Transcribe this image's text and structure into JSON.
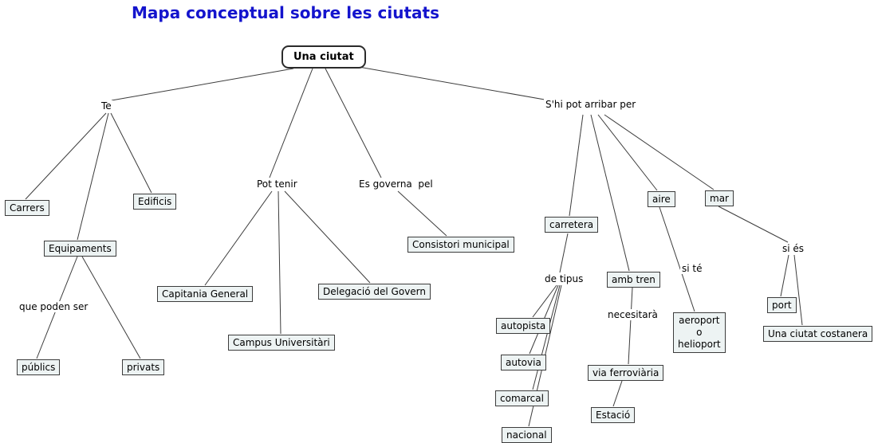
{
  "title": "Mapa conceptual sobre les ciutats",
  "colors": {
    "title_accent": "#1414cd",
    "box_fill": "#edf3f3",
    "box_border": "#3c3c3c",
    "line": "#3c3c3c"
  },
  "nodes": {
    "root": "Una ciutat",
    "te": "Te",
    "pot_tenir": "Pot tenir",
    "es_governa": "Es governa  pel",
    "arribar": "S'hi pot arribar per",
    "carrers": "Carrers",
    "edificis": "Edificis",
    "equipaments": "Equipaments",
    "que_poden_ser": "que poden ser",
    "publics": "públics",
    "privats": "privats",
    "capitania": "Capitania General",
    "campus": "Campus Universitàri",
    "delegacio": "Delegació del Govern",
    "consistori": "Consistori municipal",
    "carretera": "carretera",
    "de_tipus": "de tipus",
    "autopista": "autopista",
    "autovia": "autovia",
    "comarcal": "comarcal",
    "nacional": "nacional",
    "amb_tren": "amb tren",
    "necesitara": "necesitarà",
    "via_ferroviaria": "via ferroviària",
    "estacio": "Estació",
    "aire": "aire",
    "si_te": "si té",
    "aeroport": "aeroport\no\nhelioport",
    "mar": "mar",
    "si_es": "si és",
    "port": "port",
    "costanera": "Una ciutat costanera"
  }
}
